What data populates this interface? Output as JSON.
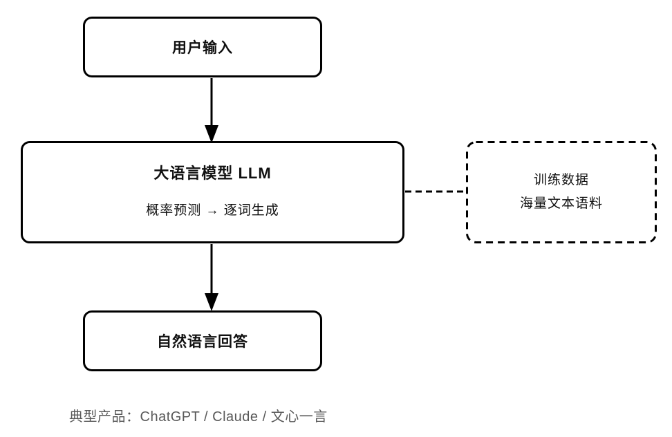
{
  "diagram": {
    "nodes": {
      "user_input": {
        "label": "用户输入"
      },
      "llm": {
        "title": "大语言模型 LLM",
        "subtitle": "概率预测 → 逐词生成"
      },
      "training_data": {
        "line1": "训练数据",
        "line2": "海量文本语料"
      },
      "answer": {
        "label": "自然语言回答"
      }
    },
    "caption": "典型产品：ChatGPT / Claude / 文心一言",
    "colors": {
      "background": "#ffffff",
      "node_border": "#000000",
      "node_fill": "#ffffff",
      "text": "#111111",
      "caption_text": "#595959"
    }
  }
}
